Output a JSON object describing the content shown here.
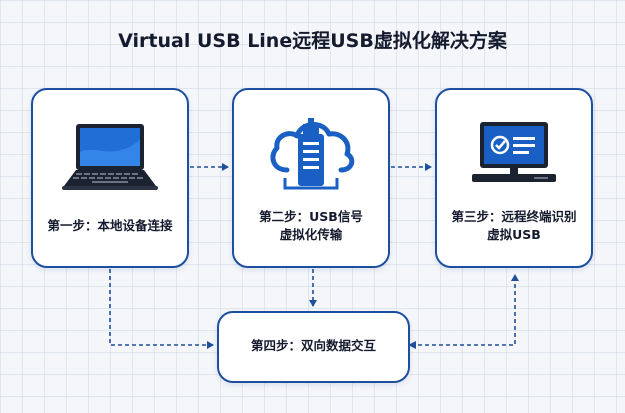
{
  "title": "Virtual USB Line远程USB虚拟化解决方案",
  "steps": [
    {
      "line1": "第一步：本地设备连接",
      "line2": "",
      "icon": "laptop-icon"
    },
    {
      "line1": "第二步：USB信号",
      "line2": "虚拟化传输",
      "icon": "cloud-usb-icon"
    },
    {
      "line1": "第三步：远程终端识别",
      "line2": "虚拟USB",
      "icon": "remote-terminal-icon"
    },
    {
      "line1": "第四步：双向数据交互",
      "line2": ""
    }
  ],
  "colors": {
    "border": "#1c4f9f",
    "accent": "#1a5fc4",
    "arrow": "#1f4f9a",
    "text": "#151b2e"
  }
}
